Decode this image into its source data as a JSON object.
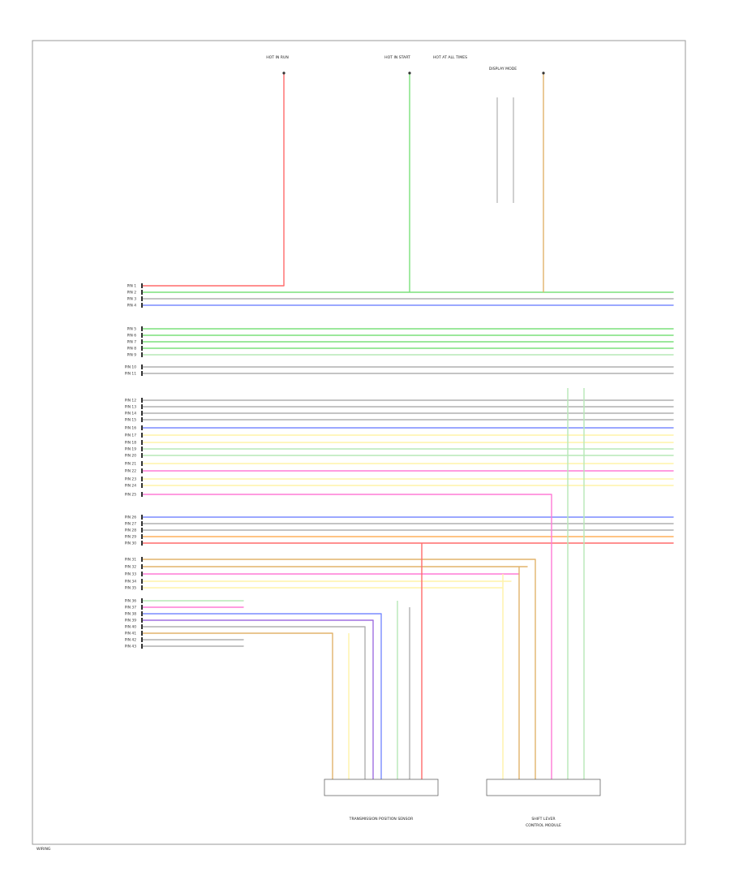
{
  "frame": {
    "border_color": "#999999"
  },
  "colors": {
    "red": "#ff6b6b",
    "green": "#7be07b",
    "lgreen": "#b7e8b7",
    "blue": "#7a8cff",
    "gray": "#b0b0b0",
    "yellow": "#fff3a8",
    "tan": "#e2b36b",
    "pink": "#ff7bd5",
    "orange": "#ffb15c",
    "violet": "#a070e0",
    "brown": "#c9906b",
    "dkgray": "#777777",
    "black": "#222222"
  },
  "top_labels": [
    "HOT IN RUN",
    "HOT IN START",
    "HOT AT ALL TIMES",
    "DISPLAY MODE"
  ],
  "left_pins": [
    "PIN 1",
    "PIN 2",
    "PIN 3",
    "PIN 4",
    "PIN 5",
    "PIN 6",
    "PIN 7",
    "PIN 8",
    "PIN 9",
    "PIN 10",
    "PIN 11",
    "PIN 12",
    "PIN 13",
    "PIN 14",
    "PIN 15",
    "PIN 16",
    "PIN 17",
    "PIN 18",
    "PIN 19",
    "PIN 20",
    "PIN 21",
    "PIN 22",
    "PIN 23",
    "PIN 24",
    "PIN 25",
    "PIN 26",
    "PIN 27",
    "PIN 28",
    "PIN 29",
    "PIN 30",
    "PIN 31",
    "PIN 32",
    "PIN 33",
    "PIN 34",
    "PIN 35",
    "PIN 36",
    "PIN 37",
    "PIN 38",
    "PIN 39",
    "PIN 40",
    "PIN 41",
    "PIN 42",
    "PIN 43"
  ],
  "bottom_labels": {
    "sensor": "TRANSMISSION POSITION SENSOR",
    "lever": "SHIFT LEVER",
    "module": "CONTROL MODULE",
    "footer": "WIRING"
  }
}
